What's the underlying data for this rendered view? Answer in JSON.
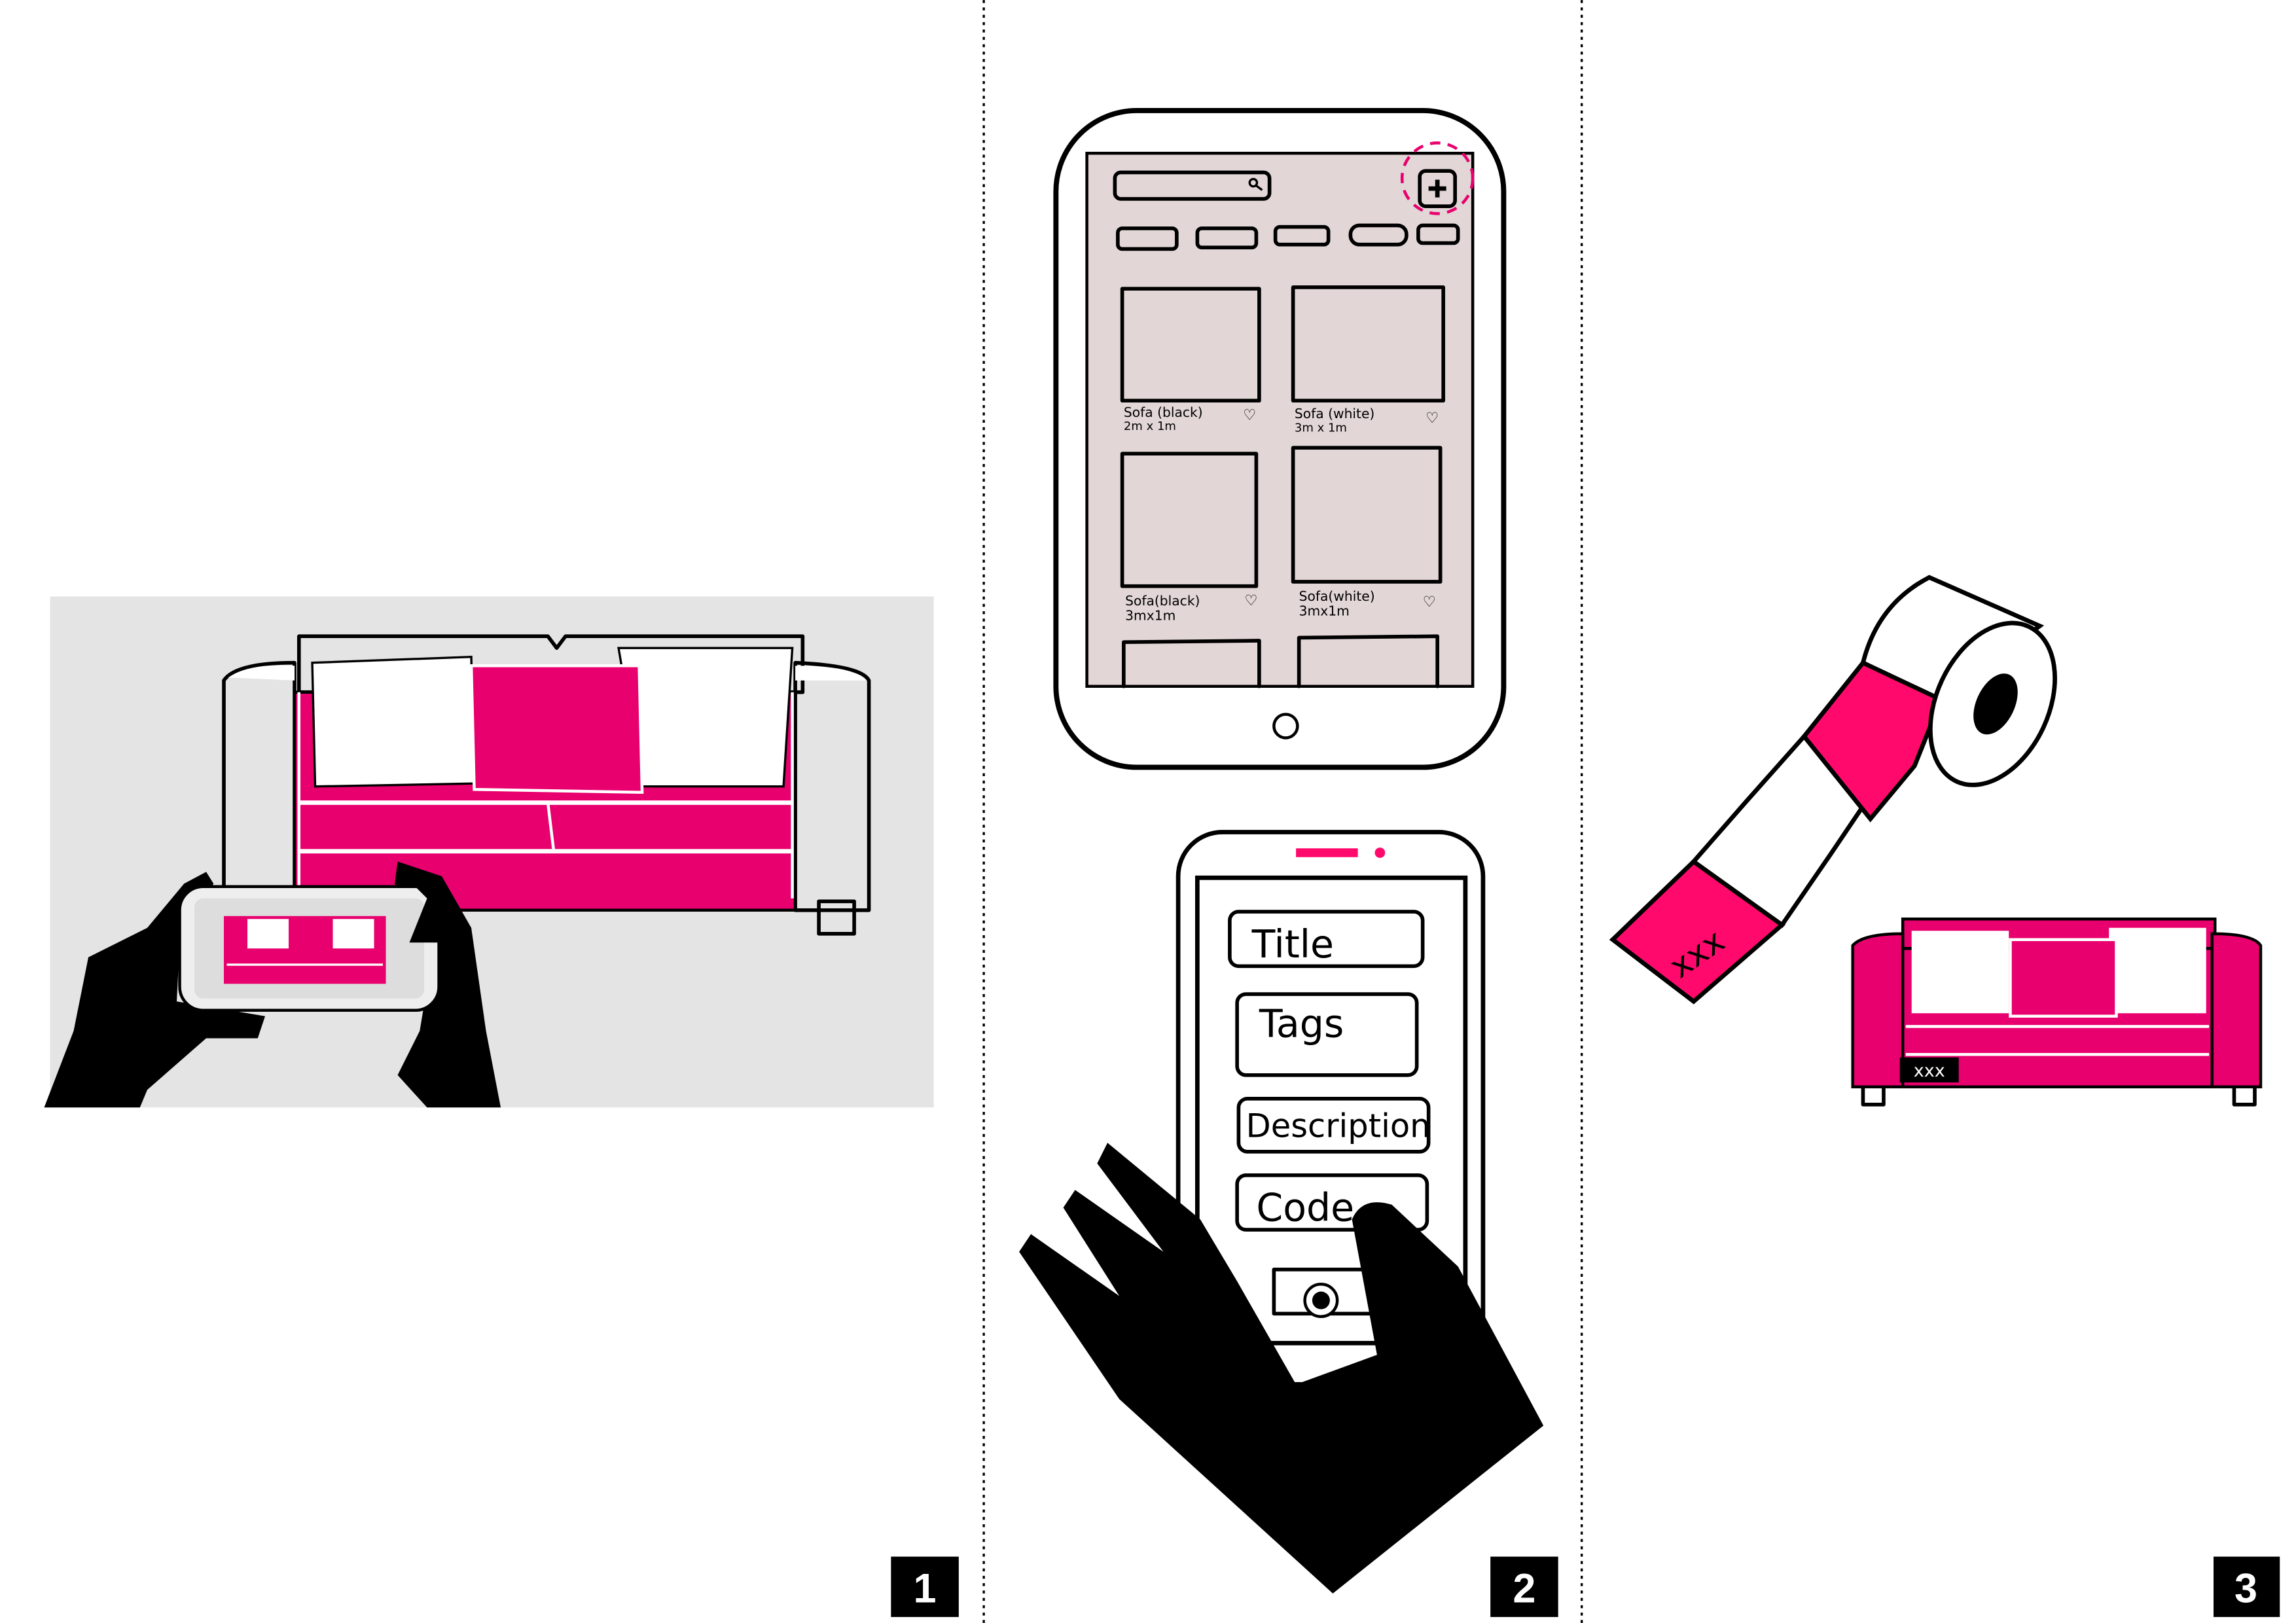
{
  "colors": {
    "pink": "#e8006e",
    "label_pink": "#ff0a6c",
    "tablet_screen": "#e2d6d6",
    "panel_bg": "#e4e4e4"
  },
  "panels": [
    {
      "number": "1"
    },
    {
      "number": "2"
    },
    {
      "number": "3"
    }
  ],
  "tablet": {
    "cards": [
      {
        "title": "Sofa (black)",
        "size": "2m x 1m"
      },
      {
        "title": "Sofa (white)",
        "size": "3m x 1m"
      },
      {
        "title": "Sofa(black)",
        "size": "3mx1m"
      },
      {
        "title": "Sofa(white)",
        "size": "3mx1m"
      }
    ]
  },
  "phone": {
    "fields": [
      "Title",
      "Tags",
      "Description",
      "Code"
    ]
  },
  "label": {
    "text": "xxx",
    "sofa_tag": "xxx"
  }
}
